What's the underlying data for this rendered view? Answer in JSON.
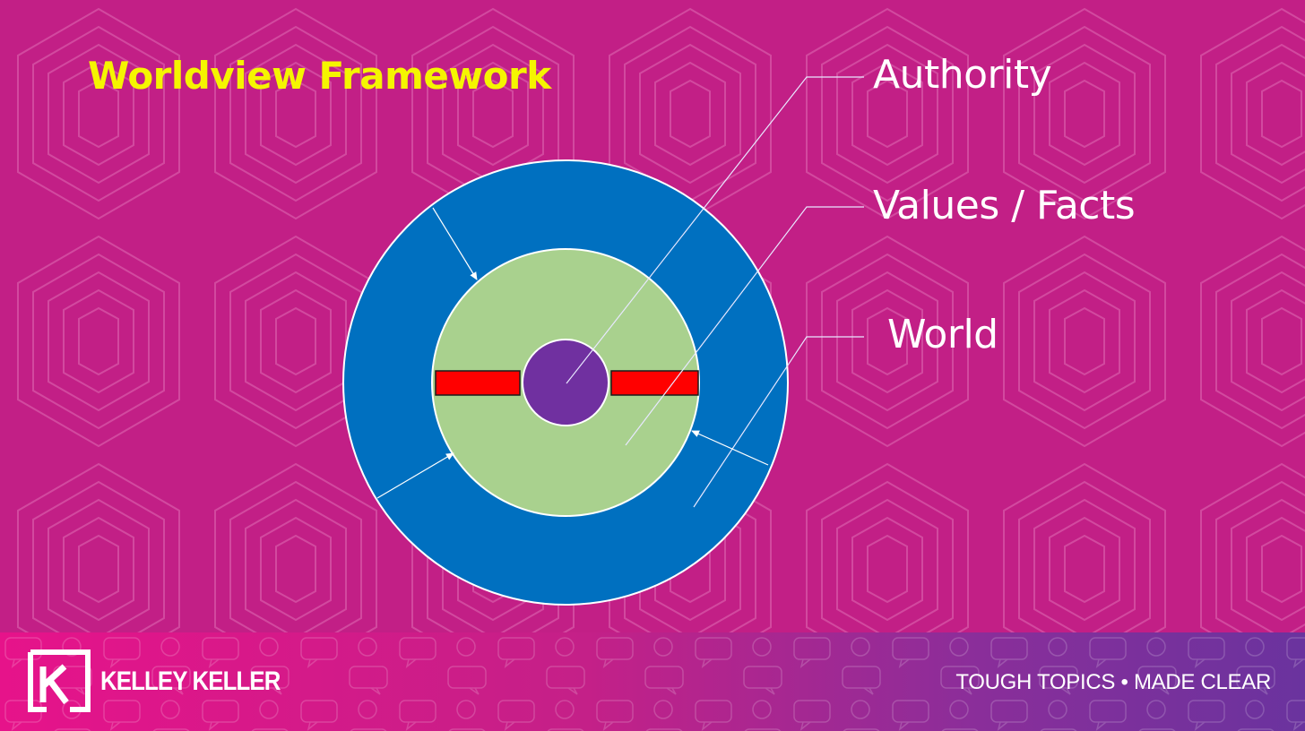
{
  "slide": {
    "title": "Worldview Framework",
    "colors": {
      "background": "#c21f86",
      "title": "#f5f500",
      "outer_ring": "#0070c0",
      "middle_ring": "#a9d18e",
      "center": "#7030a0",
      "barrier": "#ff0000"
    }
  },
  "diagram": {
    "labels": {
      "authority": "Authority",
      "values_facts": "Values / Facts",
      "world": "World"
    }
  },
  "footer": {
    "brand": "KELLEY KELLER",
    "tagline": "TOUGH TOPICS • MADE CLEAR",
    "logo_icon": "k-logo-icon"
  }
}
